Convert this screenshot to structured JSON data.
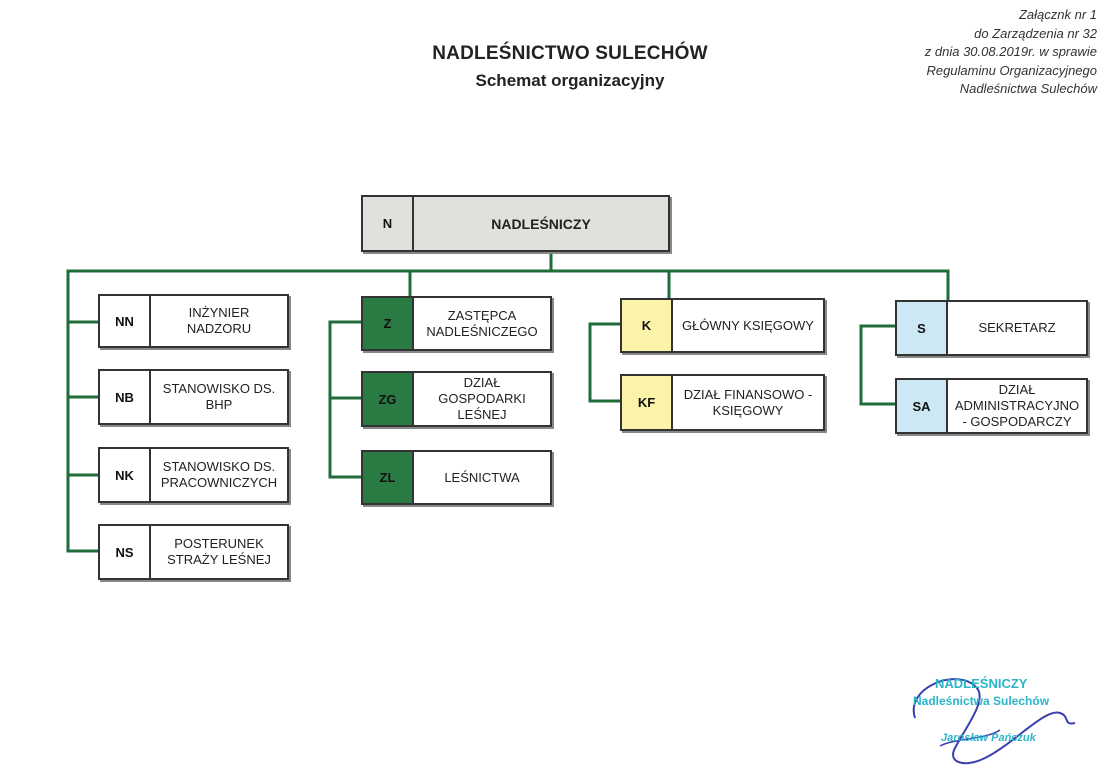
{
  "header": {
    "title": "NADLEŚNICTWO SULECHÓW",
    "subtitle": "Schemat organizacyjny"
  },
  "annex": [
    "Załącznk nr 1",
    "do Zarządzenia nr 32",
    "z dnia 30.08.2019r. w sprawie",
    "Regulaminu Organizacyjnego",
    "Nadleśnictwa Sulechów"
  ],
  "colors": {
    "line": "#1f6e3a",
    "main": "#e0e0dc",
    "z_group": "#2a7a44",
    "k_group": "#fbf4a8",
    "s_group": "#cce8f4",
    "plain": "#ffffff"
  },
  "main": {
    "code": "N",
    "label": "NADLEŚNICZY"
  },
  "units": [
    {
      "id": "nn",
      "code": "NN",
      "label": "INŻYNIER NADZORU",
      "color": "plain"
    },
    {
      "id": "nb",
      "code": "NB",
      "label": "STANOWISKO DS. BHP",
      "color": "plain"
    },
    {
      "id": "nk",
      "code": "NK",
      "label": "STANOWISKO DS. PRACOWNICZYCH",
      "color": "plain"
    },
    {
      "id": "ns",
      "code": "NS",
      "label": "POSTERUNEK STRAŻY LEŚNEJ",
      "color": "plain"
    },
    {
      "id": "z",
      "code": "Z",
      "label": "ZASTĘPCA NADLEŚNICZEGO",
      "color": "z_group"
    },
    {
      "id": "zg",
      "code": "ZG",
      "label": "DZIAŁ GOSPODARKI LEŚNEJ",
      "color": "z_group"
    },
    {
      "id": "zl",
      "code": "ZL",
      "label": "LEŚNICTWA",
      "color": "z_group"
    },
    {
      "id": "k",
      "code": "K",
      "label": "GŁÓWNY KSIĘGOWY",
      "color": "k_group"
    },
    {
      "id": "kf",
      "code": "KF",
      "label": "DZIAŁ FINANSOWO - KSIĘGOWY",
      "color": "k_group"
    },
    {
      "id": "s",
      "code": "S",
      "label": "SEKRETARZ",
      "color": "s_group"
    },
    {
      "id": "sa",
      "code": "SA",
      "label": "DZIAŁ ADMINISTRACYJNO - GOSPODARCZY",
      "color": "s_group"
    }
  ],
  "stamp": {
    "line1": "NADLEŚNICZY",
    "line2": "Nadleśnictwa Sulechów",
    "name": "Jarosław Pańczuk"
  }
}
